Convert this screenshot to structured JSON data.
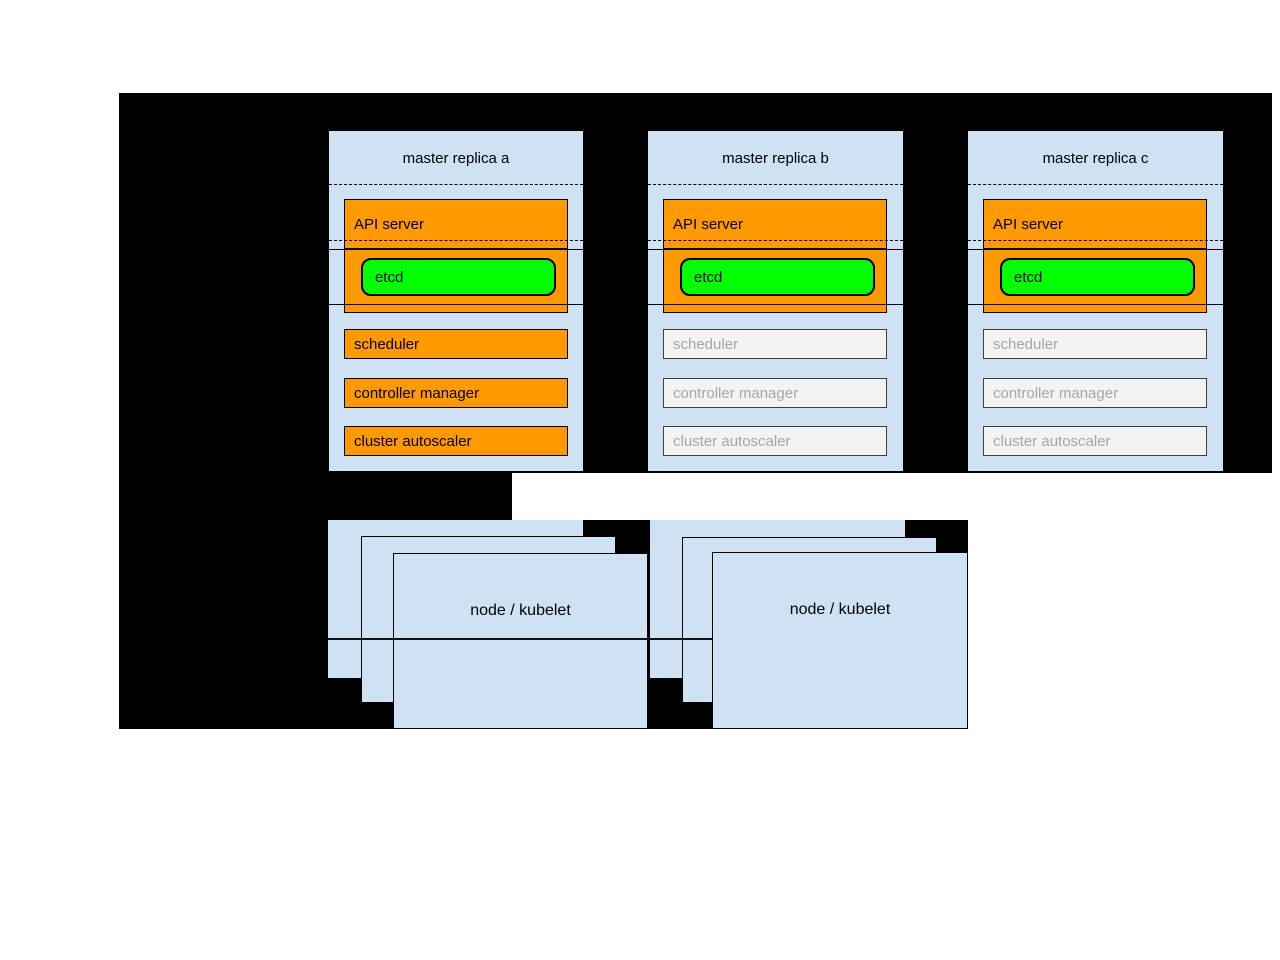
{
  "colors": {
    "canvas_background": "#000000",
    "replica_fill": "#cfe2f3",
    "active_component_fill": "#ff9900",
    "etcd_fill": "#00ff00",
    "inactive_component_fill": "#f3f3f3",
    "inactive_text": "#a6a6a6",
    "border": "#000000"
  },
  "replicas": [
    {
      "title": "master replica a",
      "state": "active",
      "api_server": "API server",
      "etcd": "etcd",
      "scheduler": "scheduler",
      "controller_manager": "controller manager",
      "cluster_autoscaler": "cluster autoscaler"
    },
    {
      "title": "master replica b",
      "state": "inactive",
      "api_server": "API server",
      "etcd": "etcd",
      "scheduler": "scheduler",
      "controller_manager": "controller manager",
      "cluster_autoscaler": "cluster autoscaler"
    },
    {
      "title": "master replica c",
      "state": "inactive",
      "api_server": "API server",
      "etcd": "etcd",
      "scheduler": "scheduler",
      "controller_manager": "controller manager",
      "cluster_autoscaler": "cluster autoscaler"
    }
  ],
  "nodes": [
    {
      "label": "node / kubelet"
    },
    {
      "label": "node / kubelet"
    }
  ]
}
